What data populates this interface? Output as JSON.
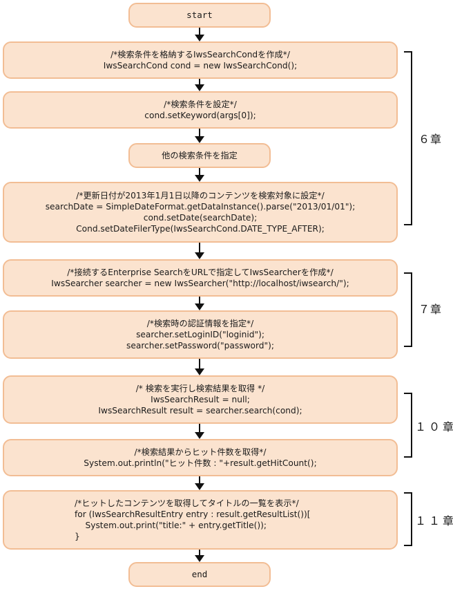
{
  "steps": {
    "start": "start",
    "create_cond": [
      "/*検索条件を格納するIwsSearchCondを作成*/",
      "IwsSearchCond cond = new IwsSearchCond();"
    ],
    "set_keyword": [
      "/*検索条件を設定*/",
      "cond.setKeyword(args[0]);"
    ],
    "other_cond": "他の検索条件を指定",
    "set_date": [
      "/*更新日付が2013年1月1日以降のコンテンツを検索対象に設定*/",
      "searchDate = SimpleDateFormat.getDataInstance().parse(\"2013/01/01\");",
      "cond.setDate(searchDate);",
      "Cond.setDateFilerType(IwsSearchCond.DATE_TYPE_AFTER);"
    ],
    "create_searcher": [
      "/*接続するEnterprise SearchをURLで指定してIwsSearcherを作成*/",
      "IwsSearcher searcher = new IwsSearcher(\"http://localhost/iwsearch/\");"
    ],
    "set_auth": [
      "/*検索時の認証情報を指定*/",
      "searcher.setLoginID(\"loginid\");",
      "searcher.setPassword(\"password\");"
    ],
    "execute": [
      "/* 検索を実行し検索結果を取得 */",
      "IwsSearchResult = null;",
      "IwsSearchResult result = searcher.search(cond);"
    ],
    "hit_count": [
      "/*検索結果からヒット件数を取得*/",
      "System.out.println(\"ヒット件数 : \"+result.getHitCount();"
    ],
    "list_titles": [
      "/*ヒットしたコンテンツを取得してタイトルの一覧を表示*/",
      "for (IwsSearchResultEntry entry : result.getResultList())[",
      "    System.out.print(\"title:\" + entry.getTitle());",
      "}"
    ],
    "end": "end"
  },
  "chapters": {
    "ch6": "６章",
    "ch7": "７章",
    "ch10": "１０章",
    "ch11": "１１章"
  },
  "colors": {
    "box_fill": "#fbe3cf",
    "box_border": "#f2bd94",
    "arrow": "#111111"
  }
}
